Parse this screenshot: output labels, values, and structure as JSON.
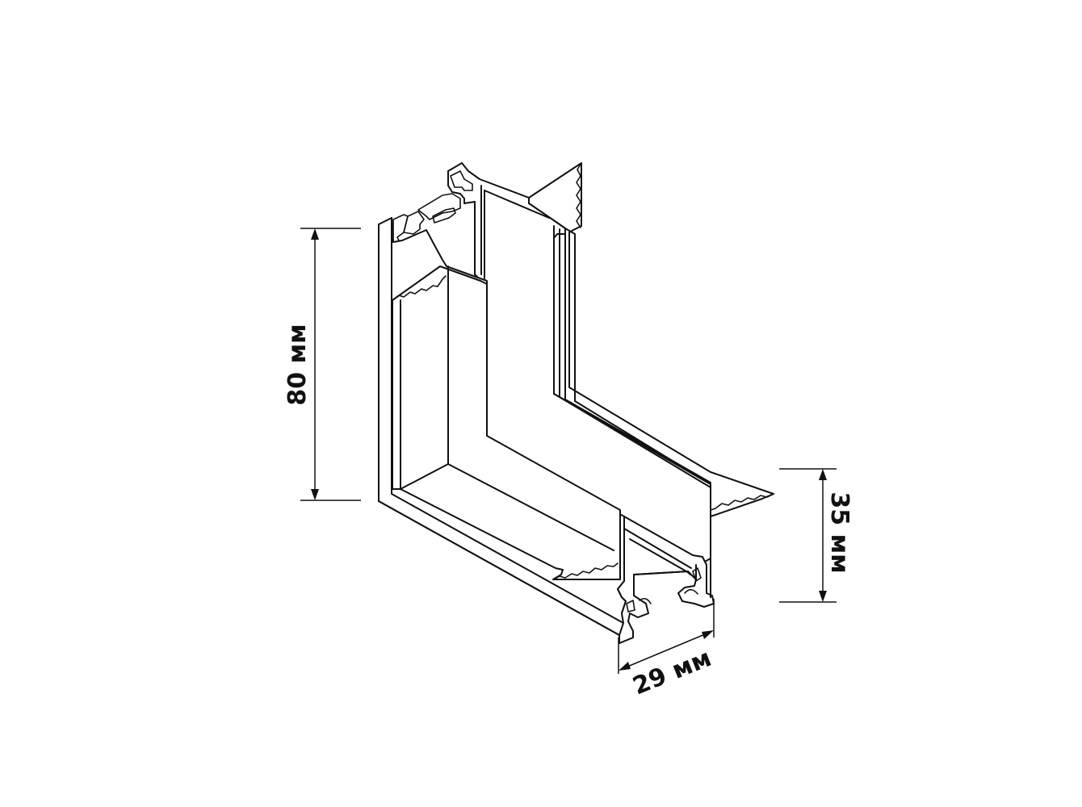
{
  "dimensions": {
    "height_label": "80 мм",
    "depth_label": "35 мм",
    "width_label": "29 мм"
  },
  "colors": {
    "line": "#111111",
    "background": "#ffffff"
  }
}
